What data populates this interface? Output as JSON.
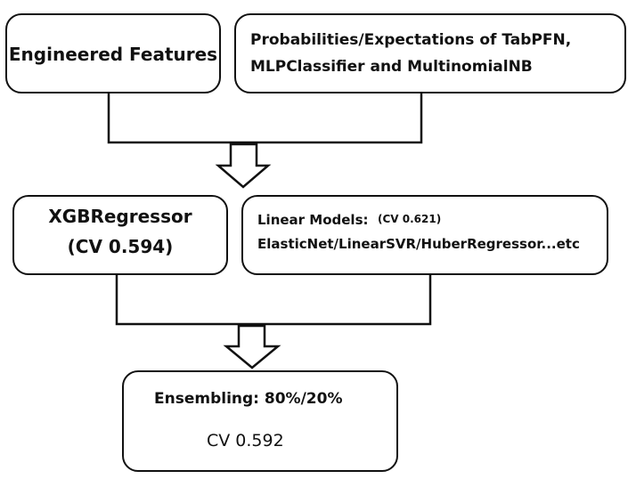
{
  "nodes": {
    "engineered": {
      "label": "Engineered Features"
    },
    "probabilities": {
      "line1": "Probabilities/Expectations of TabPFN,",
      "line2": "MLPClassifier and MultinomialNB"
    },
    "xgb": {
      "line1": "XGBRegressor",
      "line2": "(CV 0.594)"
    },
    "linear": {
      "title": "Linear Models:",
      "cv": "(CV 0.621)",
      "line2": "ElasticNet/LinearSVR/HuberRegressor...etc"
    },
    "ensemble": {
      "title": "Ensembling: 80%/20%",
      "cv": "CV 0.592"
    }
  }
}
